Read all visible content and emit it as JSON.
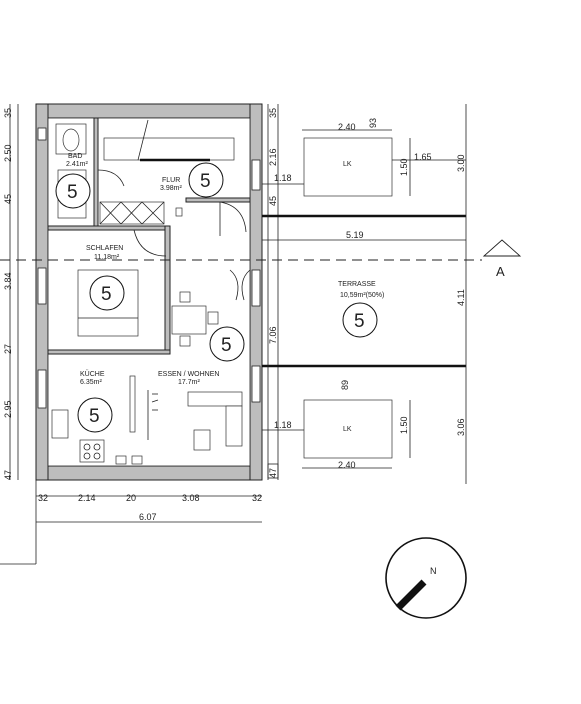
{
  "rooms": {
    "bad": {
      "name": "BAD",
      "area": "2.41m²",
      "mark": "5"
    },
    "flur": {
      "name": "FLUR",
      "area": "3.98m²",
      "mark": "5"
    },
    "schlafen": {
      "name": "SCHLAFEN",
      "area": "11.18m²",
      "mark": "5"
    },
    "kueche": {
      "name": "KÜCHE",
      "area": "6.35m²",
      "mark": "5"
    },
    "essen": {
      "name": "ESSEN / WOHNEN",
      "area": "17.7m²",
      "mark": "5"
    },
    "terrasse": {
      "name": "TERRASSE",
      "area": "10,59m²(50%)",
      "mark": "5"
    }
  },
  "lk": {
    "top": "LK",
    "bottom": "LK"
  },
  "dims": {
    "left": [
      "35",
      "2.50",
      "45",
      "3.84",
      "27",
      "2.95",
      "47"
    ],
    "wall_right": [
      "35",
      "2.16",
      "45",
      "7.06",
      "47"
    ],
    "bottom_row": [
      "32",
      "2.14",
      "20",
      "3.08",
      "32"
    ],
    "total": "6.07",
    "lk_top_w": "2.40",
    "lk_top_gap": "93",
    "lk_top_h": "1.50",
    "lk_top_side": "1.65",
    "lk_top_left": "1.18",
    "terrace_w": "5.19",
    "lk_bot_gap": "89",
    "lk_bot_left": "1.18",
    "lk_bot_h": "1.50",
    "lk_bot_w": "2.40",
    "outer_right": [
      "3.00",
      "4.11",
      "3.06"
    ],
    "dim_706": "7.06"
  },
  "section": {
    "label": "A"
  },
  "compass": {
    "label": "N"
  }
}
